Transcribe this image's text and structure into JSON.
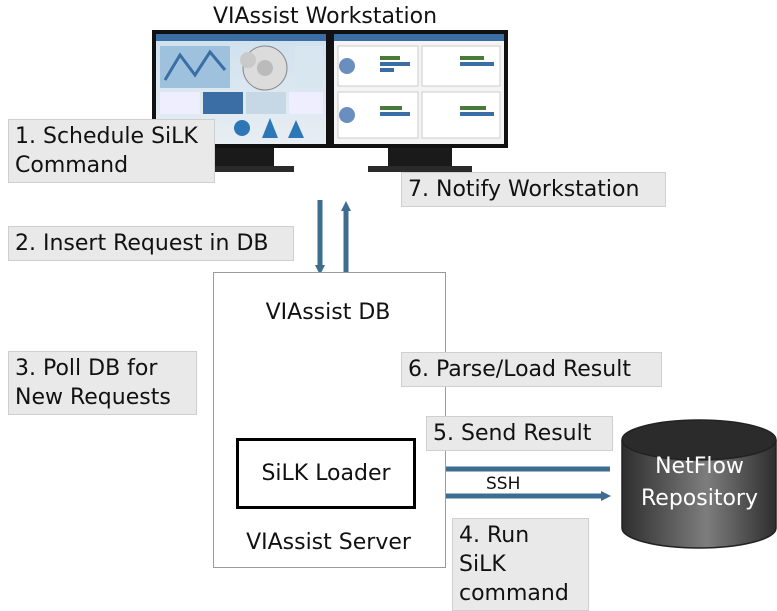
{
  "title": "VIAssist Workstation",
  "steps": {
    "s1_line1": "1. Schedule SiLK",
    "s1_line2": "Command",
    "s2": "2. Insert Request in DB",
    "s3_line1": "3. Poll DB for",
    "s3_line2": "New Requests",
    "s4_line1": "4. Run SiLK",
    "s4_line2": "command",
    "s5": "5. Send Result",
    "s6": "6. Parse/Load Result",
    "s7": "7. Notify Workstation"
  },
  "nodes": {
    "db": "VIAssist DB",
    "loader": "SiLK Loader",
    "server": "VIAssist Server",
    "netflow_line1": "NetFlow",
    "netflow_line2": "Repository"
  },
  "edges": {
    "ssh": "SSH"
  },
  "colors": {
    "arrow": "#3d6d8f",
    "step_bg": "#e9e9e9",
    "repo_dark": "#3a3a3a",
    "repo_light": "#888888"
  }
}
